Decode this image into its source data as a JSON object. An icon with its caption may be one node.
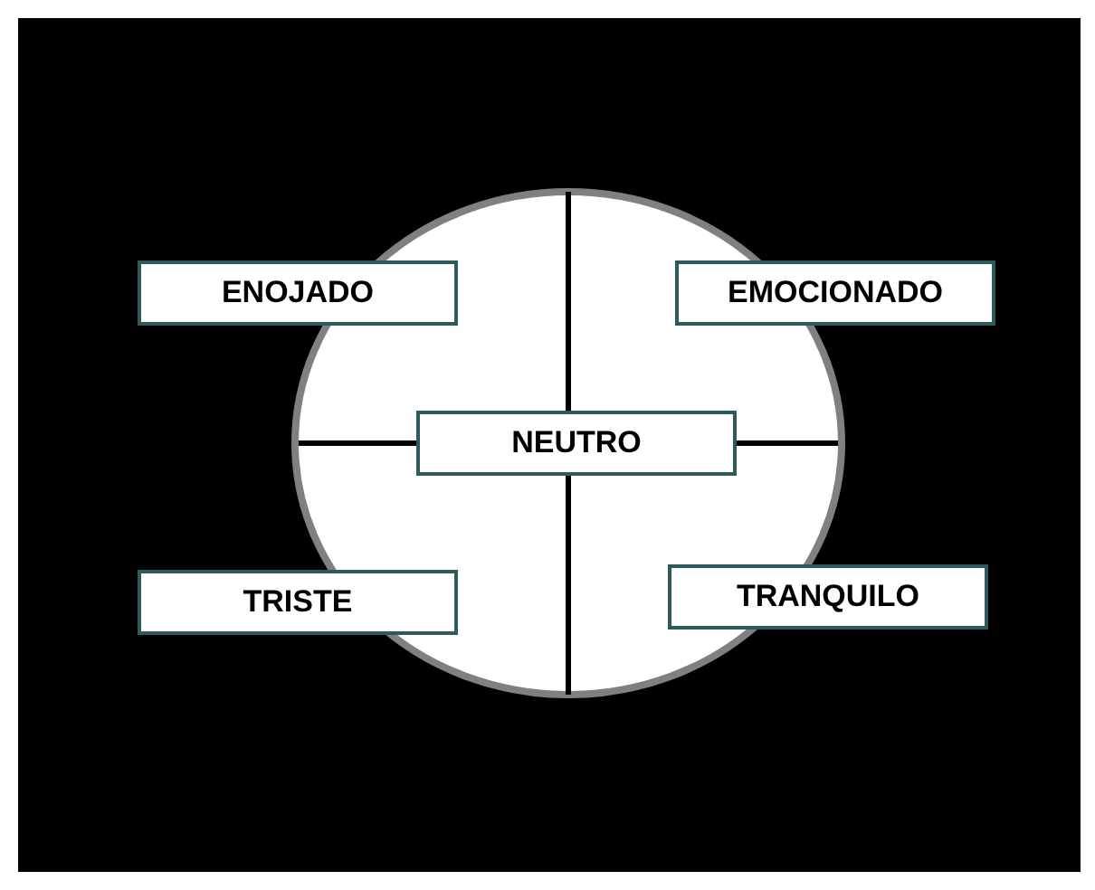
{
  "diagram": {
    "nodes": [
      {
        "text": [
          "ENOJADO"
        ]
      },
      {
        "text": [
          "EMOCIONADO"
        ]
      },
      {
        "text": [
          "NEUTRO"
        ]
      },
      {
        "text": [
          "TRISTE"
        ]
      },
      {
        "text": [
          "TRANQUILO"
        ]
      }
    ]
  }
}
